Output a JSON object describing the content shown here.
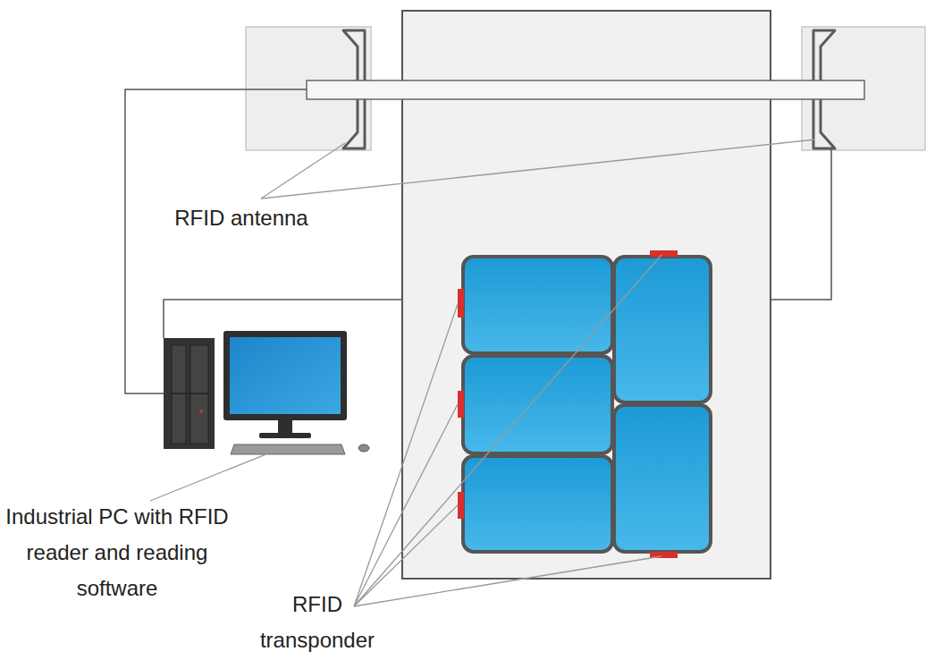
{
  "diagram": {
    "labels": [
      "RFID antenna",
      "Industrial PC with RFID reader and reading software",
      "RFID transponder"
    ]
  }
}
